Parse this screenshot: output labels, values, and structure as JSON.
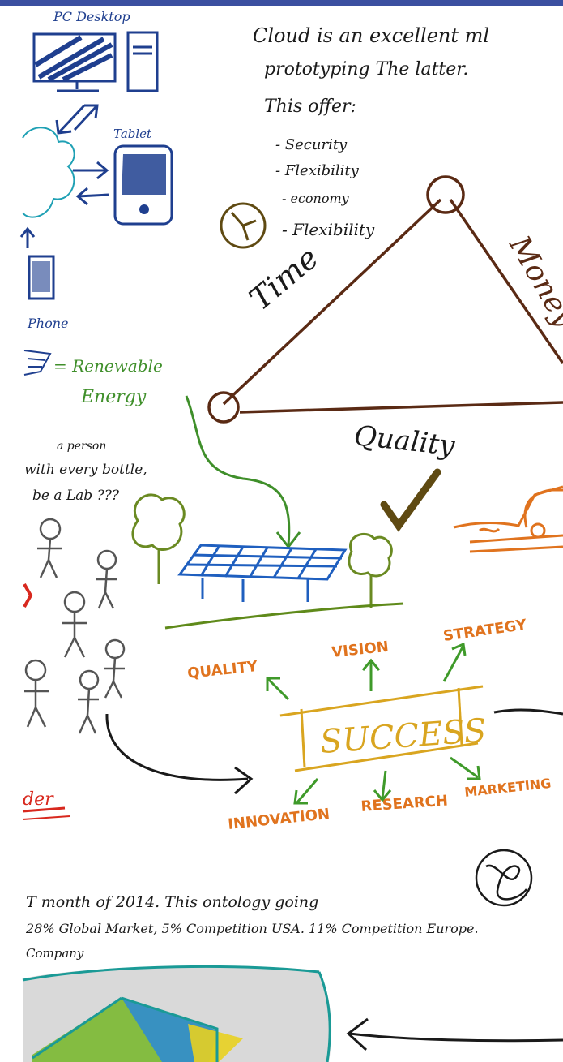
{
  "colors": {
    "top_bar": "#3b4fa0",
    "blue": "#1f3f8f",
    "teal": "#1ea0b4",
    "brown": "#5a2a14",
    "olive": "#5f4a12",
    "green": "#3f8f2a",
    "orange": "#e0731e",
    "gold": "#d9a520",
    "black": "#1a1a1a",
    "red": "#d8281e"
  },
  "notes": {
    "pc_desktop": "PC Desktop",
    "tablet": "Tablet",
    "phone": "Phone",
    "cloud_line1": "Cloud is an excellent ml",
    "cloud_line2": "prototyping The latter.",
    "cloud_line3": "This offer:",
    "bullet_security": "- Security",
    "bullet_flexibility": "- Flexibility",
    "bullet_economy": "- economy",
    "bullet_fexibility": "- Flexibility",
    "renewable": "= Renewable",
    "energy": "Energy",
    "person_line1": "a person",
    "person_line2": "with every bottle,",
    "person_line3": "be a Lab ???",
    "order": "der",
    "market_line1": "T month of 2014. This ontology going",
    "market_line2": "28% Global Market, 5% Competition USA. 11% Competition Europe.",
    "market_line3": "Company"
  },
  "triangle": {
    "time": "Time",
    "money": "Money",
    "quality": "Quality"
  },
  "success_map": {
    "center": "SUCCESS",
    "quality": "QUALITY",
    "vision": "VISION",
    "strategy": "STRATEGY",
    "innovation": "INNOVATION",
    "research": "RESEARCH",
    "marketing": "MARKETING"
  },
  "icons": [
    "desktop-icon",
    "tablet-icon",
    "phone-icon",
    "cloud-icon",
    "clock-icon",
    "solar-panel-icon",
    "tree-icon",
    "car-icon",
    "stick-figure-icon",
    "checkmark-icon",
    "pie-chart-icon",
    "signature-icon"
  ]
}
